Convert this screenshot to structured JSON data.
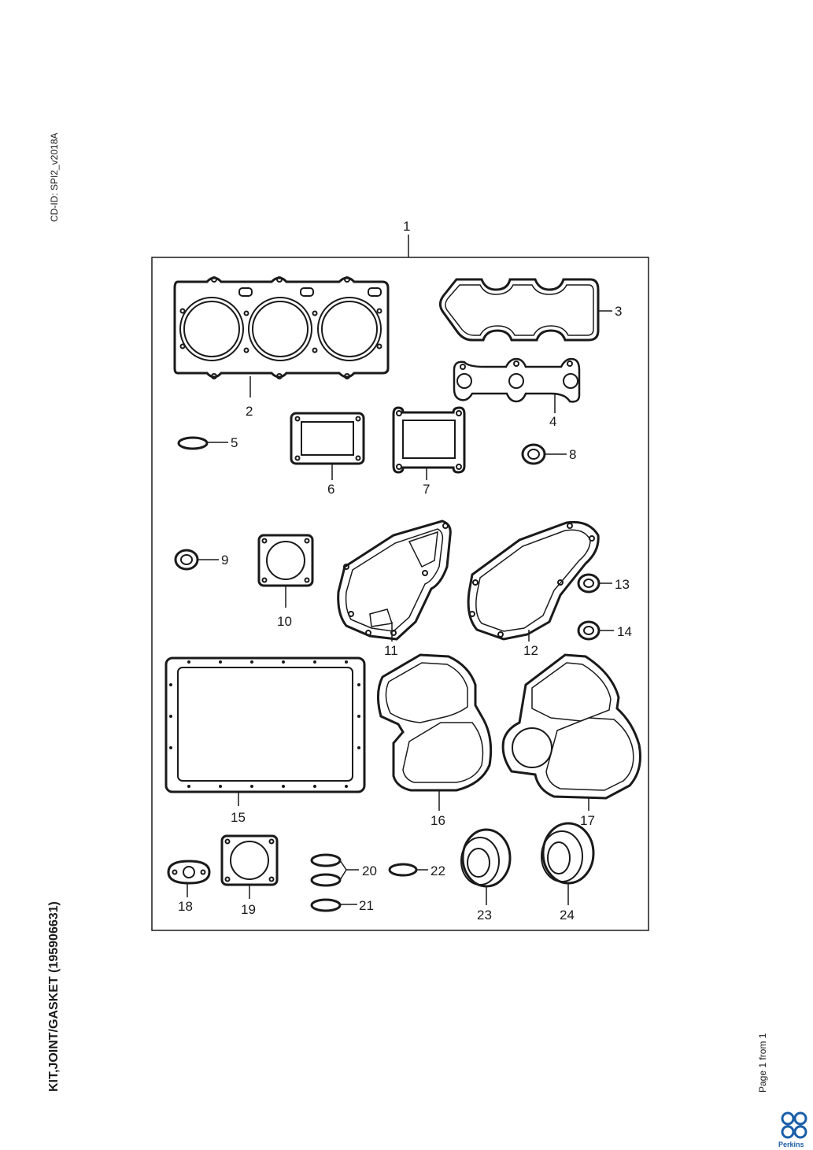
{
  "document": {
    "cd_id": "CD-ID: SPI2_v2018A",
    "title": "KIT,JOINT/GASKET (195906631)",
    "page_info": "Page 1 from 1",
    "brand": "Perkins"
  },
  "callouts": [
    {
      "label": "1"
    },
    {
      "label": "2"
    },
    {
      "label": "3"
    },
    {
      "label": "4"
    },
    {
      "label": "5"
    },
    {
      "label": "6"
    },
    {
      "label": "7"
    },
    {
      "label": "8"
    },
    {
      "label": "9"
    },
    {
      "label": "10"
    },
    {
      "label": "11"
    },
    {
      "label": "12"
    },
    {
      "label": "13"
    },
    {
      "label": "14"
    },
    {
      "label": "15"
    },
    {
      "label": "16"
    },
    {
      "label": "17"
    },
    {
      "label": "18"
    },
    {
      "label": "19"
    },
    {
      "label": "20"
    },
    {
      "label": "21"
    },
    {
      "label": "22"
    },
    {
      "label": "23"
    },
    {
      "label": "24"
    }
  ],
  "colors": {
    "ink": "#1a1a1a",
    "brand_blue": "#1a5ea8"
  }
}
